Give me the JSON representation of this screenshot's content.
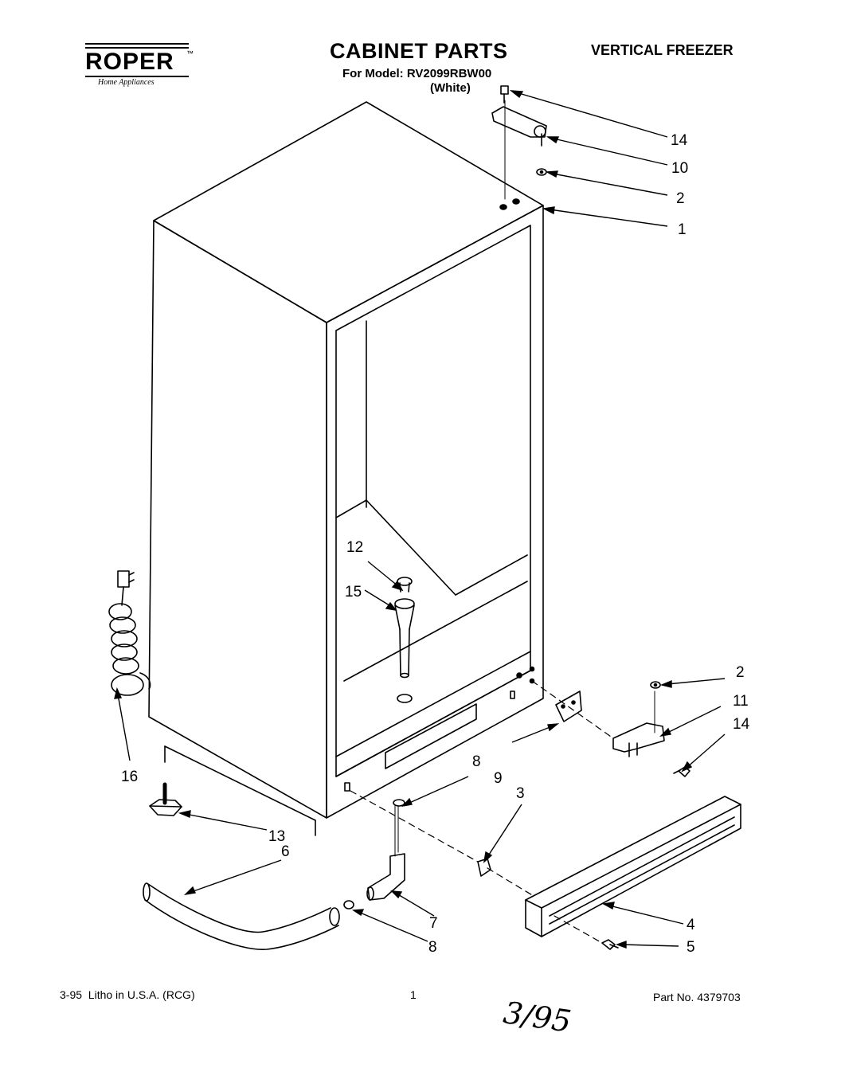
{
  "header": {
    "logo_text": "ROPER",
    "logo_tm": "™",
    "logo_tagline": "Home Appliances",
    "title": "CABINET PARTS",
    "model_line": "For Model: RV2099RBW00",
    "color_line": "(White)",
    "category": "VERTICAL FREEZER"
  },
  "callouts": [
    {
      "id": "c14a",
      "label": "14"
    },
    {
      "id": "c10",
      "label": "10"
    },
    {
      "id": "c2a",
      "label": "2"
    },
    {
      "id": "c1",
      "label": "1"
    },
    {
      "id": "c12",
      "label": "12"
    },
    {
      "id": "c15",
      "label": "15"
    },
    {
      "id": "c2b",
      "label": "2"
    },
    {
      "id": "c11",
      "label": "11"
    },
    {
      "id": "c14b",
      "label": "14"
    },
    {
      "id": "c16",
      "label": "16"
    },
    {
      "id": "c8a",
      "label": "8"
    },
    {
      "id": "c9",
      "label": "9"
    },
    {
      "id": "c3",
      "label": "3"
    },
    {
      "id": "c13",
      "label": "13"
    },
    {
      "id": "c6",
      "label": "6"
    },
    {
      "id": "c7",
      "label": "7"
    },
    {
      "id": "c4",
      "label": "4"
    },
    {
      "id": "c8b",
      "label": "8"
    },
    {
      "id": "c5",
      "label": "5"
    }
  ],
  "footer": {
    "print_info": "3-95  Litho in U.S.A. (RCG)",
    "page_number": "1",
    "part_number": "Part No. 4379703",
    "handwritten_date": "3/95"
  }
}
